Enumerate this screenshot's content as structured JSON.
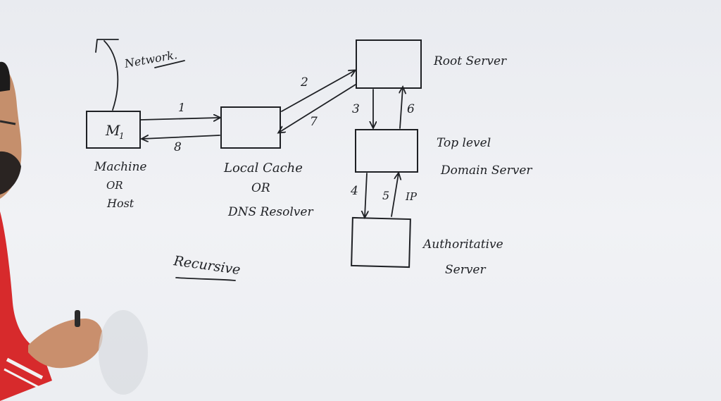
{
  "diagram": {
    "nodes": {
      "machine": {
        "box_label": "M",
        "box_sub": "1",
        "caption": [
          "Machine",
          "OR",
          "Host"
        ]
      },
      "resolver": {
        "caption": [
          "Local Cache",
          "OR",
          "DNS Resolver"
        ]
      },
      "root": {
        "caption": [
          "Root Server"
        ]
      },
      "tld": {
        "caption": [
          "Top level",
          "Domain Server"
        ]
      },
      "auth": {
        "caption": [
          "Authoritative",
          "Server"
        ]
      }
    },
    "network_label": "Network.",
    "steps": {
      "s1": "1",
      "s2": "2",
      "s3": "3",
      "s4": "4",
      "s5": "5",
      "s6": "6",
      "s7": "7",
      "s8": "8"
    },
    "ip_label": "IP",
    "mode_label": "Recursive"
  }
}
